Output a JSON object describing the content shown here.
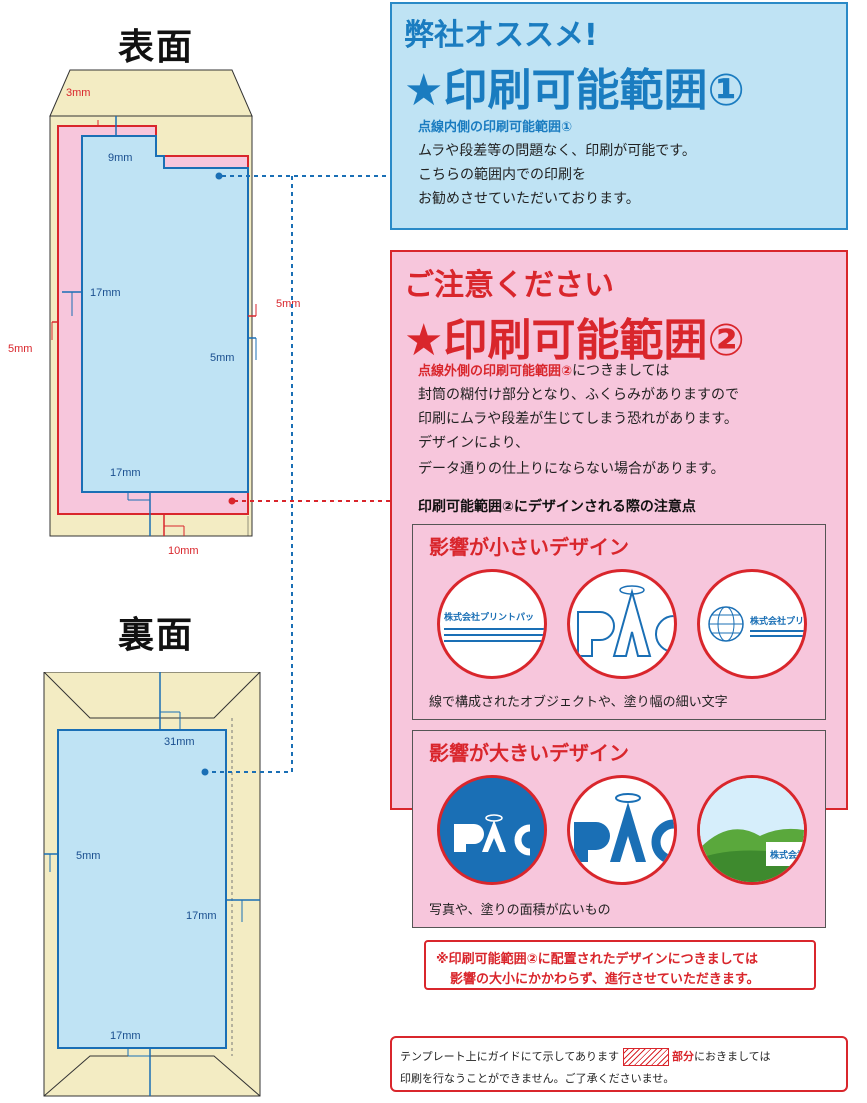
{
  "front": {
    "title": "表面",
    "dims": {
      "d3": "3mm",
      "d9": "9mm",
      "d17_left": "17mm",
      "d5_left": "5mm",
      "d5_right_outer": "5mm",
      "d5_right_inner": "5mm",
      "d17_bottom": "17mm",
      "d10": "10mm"
    }
  },
  "back": {
    "title": "裏面",
    "dims": {
      "d31": "31mm",
      "d5": "5mm",
      "d17_right": "17mm",
      "d17_bottom": "17mm"
    }
  },
  "box1": {
    "heading": "弊社オススメ!",
    "range_title": "★印刷可能範囲①",
    "subheading": "点線内側の印刷可能範囲①",
    "lines": [
      "ムラや段差等の問題なく、印刷が可能です。",
      "こちらの範囲内での印刷を",
      "お勧めさせていただいております。"
    ]
  },
  "box2": {
    "heading": "ご注意ください",
    "range_title": "★印刷可能範囲②",
    "subheading": "点線外側の印刷可能範囲②",
    "subheading_rest": "につきましては",
    "lines": [
      "封筒の糊付け部分となり、ふくらみがありますので",
      "印刷にムラや段差が生じてしまう恐れがあります。",
      "デザインにより、",
      "データ通りの仕上りにならない場合があります。"
    ],
    "design_note_title": "印刷可能範囲②にデザインされる際の注意点",
    "small_impact": {
      "title": "影響が小さいデザイン",
      "caption": "線で構成されたオブジェクトや、塗り幅の細い文字",
      "sample_text_1": "株式会社プリントパッ",
      "sample_text_2": "株式会社プリ"
    },
    "large_impact": {
      "title": "影響が大きいデザイン",
      "caption": "写真や、塗りの面積が広いもの",
      "sample_text": "株式会社"
    },
    "notice": [
      "※印刷可能範囲②に配置されたデザインにつきましては",
      "影響の大小にかかわらず、進行させていただきます。"
    ]
  },
  "footer": {
    "line1_pre": "テンプレート上にガイドにて示してあります",
    "line1_bold": "部分",
    "line1_post": "におきましては",
    "line2": "印刷を行なうことができません。ご了承くださいませ。"
  },
  "colors": {
    "blue": "#1a7cc0",
    "red": "#d9262c",
    "kraft": "#f3ecc3",
    "pink": "#f7c6dc",
    "lightblue": "#bfe3f4"
  }
}
